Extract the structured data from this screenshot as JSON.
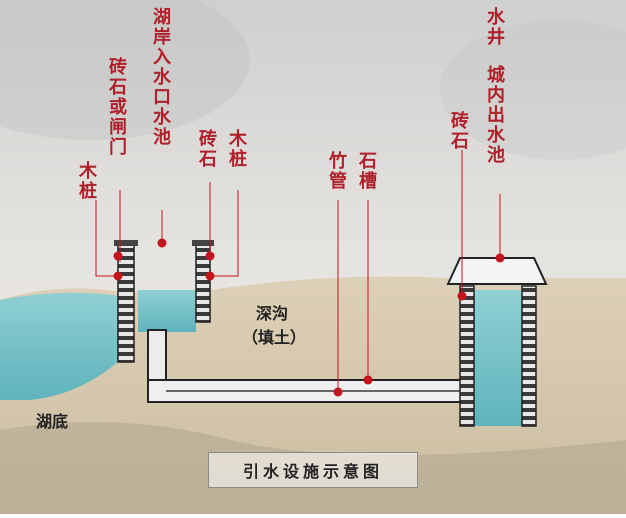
{
  "labels": {
    "wood_pile_left": "木桩",
    "brick_or_gate": "砖石或闸门",
    "lake_inlet": "湖岸入水口水池",
    "brick_middle": "砖石",
    "wood_pile_right": "木桩",
    "bamboo_pipe": "竹管",
    "stone_trough": "石槽",
    "brick_well": "砖石",
    "well": "水井",
    "city_outlet": "城内出水池",
    "deep_ditch": "深沟",
    "fill_soil": "（填土）",
    "lake_bottom": "湖底"
  },
  "caption": "引水设施示意图",
  "colors": {
    "label_red": "#b0202a",
    "water": "#7cc6cc",
    "earth": "#d8cbb4",
    "marker": "#c4141e"
  }
}
